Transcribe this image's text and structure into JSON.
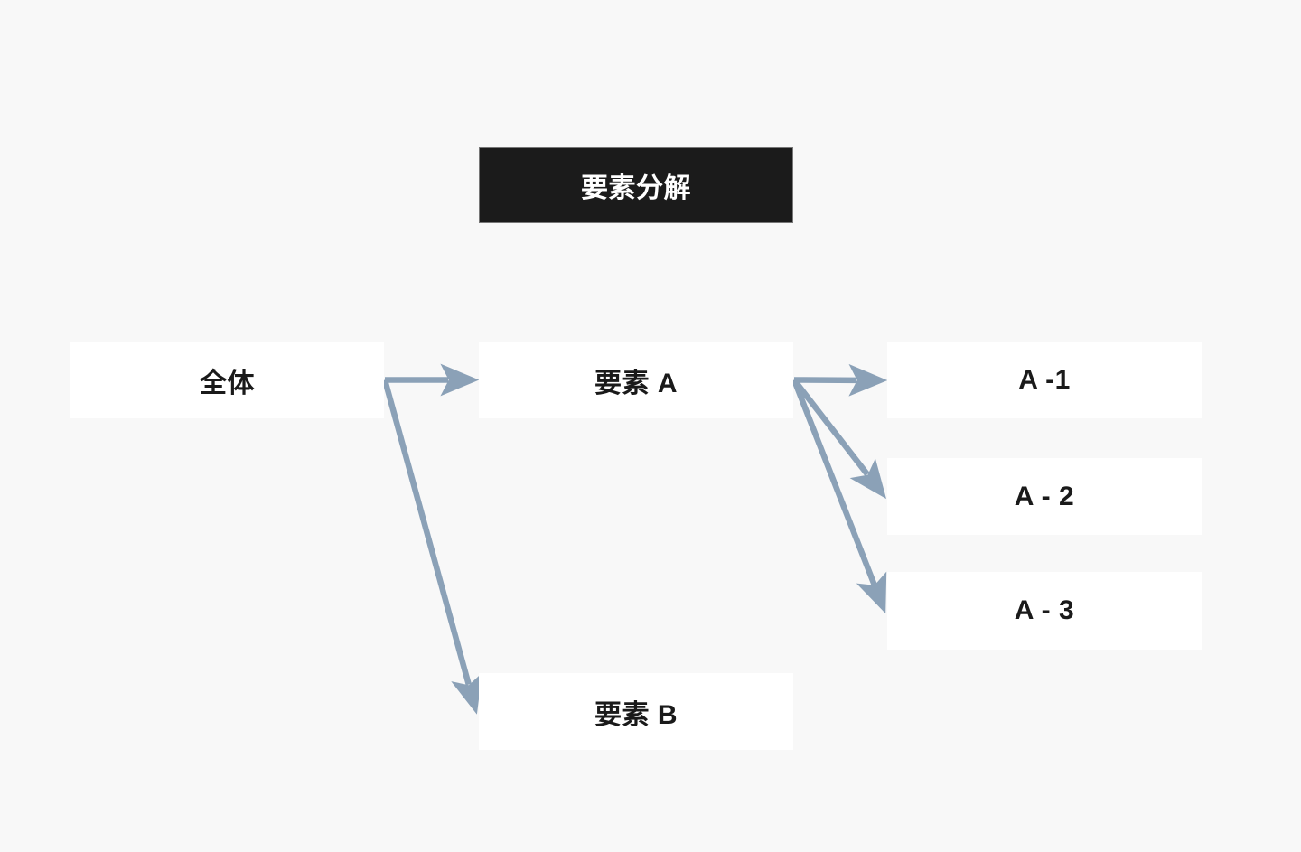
{
  "diagram": {
    "title": "要素分解",
    "nodes": [
      {
        "id": "zentai",
        "label": "全体"
      },
      {
        "id": "yousoA",
        "label": "要素 A"
      },
      {
        "id": "a1",
        "label": "A -1"
      },
      {
        "id": "a2",
        "label": "A - 2"
      },
      {
        "id": "a3",
        "label": "A - 3"
      },
      {
        "id": "yousoB",
        "label": "要素 B"
      }
    ],
    "edges": [
      {
        "from": "zentai",
        "to": "yousoA"
      },
      {
        "from": "zentai",
        "to": "yousoB"
      },
      {
        "from": "yousoA",
        "to": "a1"
      },
      {
        "from": "yousoA",
        "to": "a2"
      },
      {
        "from": "yousoA",
        "to": "a3"
      }
    ],
    "colors": {
      "background": "#f8f8f8",
      "node_fill": "#ffffff",
      "node_text": "#1a1a1a",
      "title_fill": "#1b1b1b",
      "title_text": "#ffffff",
      "arrow": "#8ba1b7"
    }
  }
}
